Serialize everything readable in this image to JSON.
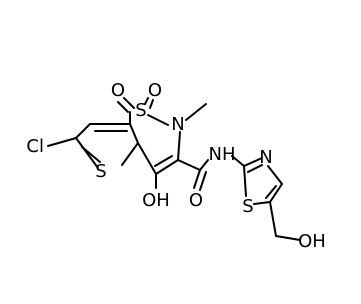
{
  "structure": {
    "atoms": {
      "cl": "Cl",
      "s_ring": "S",
      "s_sulfonyl": "S",
      "o_top_left": "O",
      "o_top_right": "O",
      "n_ring": "N",
      "methyl": "",
      "oh_ring": "OH",
      "o_amide": "O",
      "nh": "NH",
      "s_thiazole": "S",
      "n_thiazole": "N",
      "oh_chain": "OH"
    },
    "colors": {
      "carbon_bonds": "#000000",
      "chlorine": "#000000",
      "sulfur": "#000000",
      "oxygen": "#000000",
      "nitrogen": "#000000",
      "nitrogen_thiazole": "#0000ff",
      "hydroxyl_chain": "#0000ff"
    }
  }
}
